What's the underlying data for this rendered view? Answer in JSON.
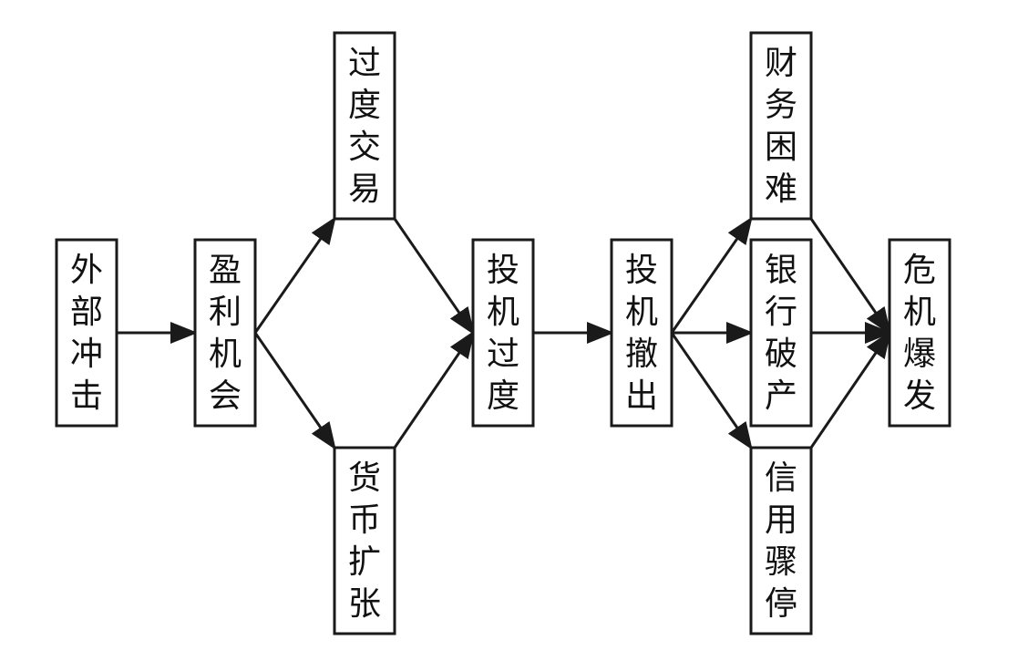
{
  "nodes": [
    {
      "id": "external-shock",
      "label": "外部冲击"
    },
    {
      "id": "profit-opportunity",
      "label": "盈利机会"
    },
    {
      "id": "overtrading",
      "label": "过度交易"
    },
    {
      "id": "monetary-expansion",
      "label": "货币扩张"
    },
    {
      "id": "over-speculation",
      "label": "投机过度"
    },
    {
      "id": "speculation-withdrawal",
      "label": "投机撤出"
    },
    {
      "id": "financial-distress",
      "label": "财务困难"
    },
    {
      "id": "bank-failure",
      "label": "银行破产"
    },
    {
      "id": "credit-halt",
      "label": "信用骤停"
    },
    {
      "id": "crisis-outbreak",
      "label": "危机爆发"
    }
  ],
  "edges": [
    {
      "from": "external-shock",
      "to": "profit-opportunity"
    },
    {
      "from": "profit-opportunity",
      "to": "overtrading"
    },
    {
      "from": "profit-opportunity",
      "to": "monetary-expansion"
    },
    {
      "from": "overtrading",
      "to": "over-speculation"
    },
    {
      "from": "monetary-expansion",
      "to": "over-speculation"
    },
    {
      "from": "over-speculation",
      "to": "speculation-withdrawal"
    },
    {
      "from": "speculation-withdrawal",
      "to": "financial-distress"
    },
    {
      "from": "speculation-withdrawal",
      "to": "bank-failure"
    },
    {
      "from": "speculation-withdrawal",
      "to": "credit-halt"
    },
    {
      "from": "financial-distress",
      "to": "crisis-outbreak"
    },
    {
      "from": "bank-failure",
      "to": "crisis-outbreak"
    },
    {
      "from": "credit-halt",
      "to": "crisis-outbreak"
    }
  ]
}
